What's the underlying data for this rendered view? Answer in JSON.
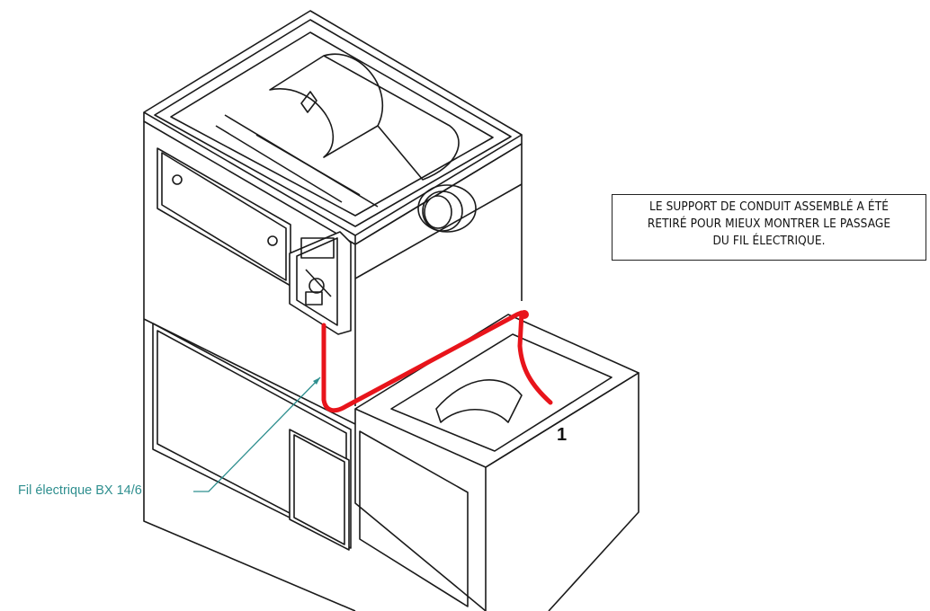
{
  "note": {
    "lines": [
      "LE SUPPORT DE CONDUIT ASSEMBLÉ A ÉTÉ",
      "RETIRÉ POUR MIEUX MONTRER LE PASSAGE",
      "DU FIL ÉLECTRIQUE."
    ]
  },
  "callout": {
    "label": "Fil électrique BX 14/6"
  },
  "part_number": "1",
  "colors": {
    "wire": "#e8141b",
    "callout": "#2f8f8f",
    "lines": "#1a1a1a"
  }
}
